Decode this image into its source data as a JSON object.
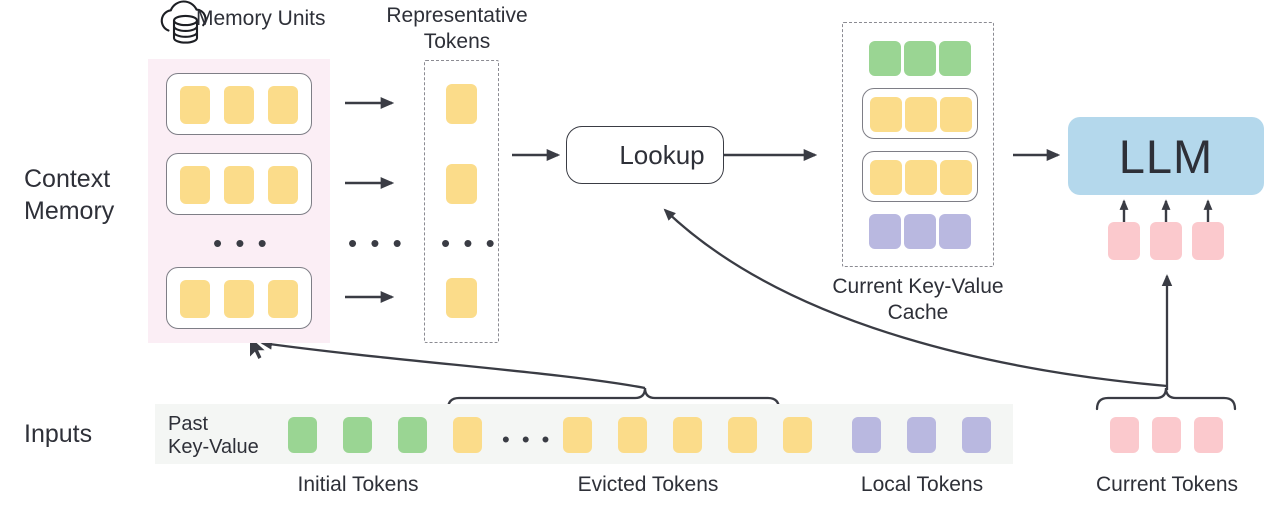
{
  "title": "Context Memory retrieval pipeline",
  "colors": {
    "token_yellow": "#fbdc8a",
    "token_green": "#9ad593",
    "token_purple": "#b9b8e0",
    "token_pink": "#fbc9cd",
    "context_memory_bg": "#fbeef5",
    "input_strip_bg": "#f4f6f4",
    "llm_bg": "#b4d8ec",
    "stroke": "#3a3c44"
  },
  "labels": {
    "memory_units": "Memory Units",
    "representative_tokens_line1": "Representative",
    "representative_tokens_line2": "Tokens",
    "context_memory_line1": "Context",
    "context_memory_line2": "Memory",
    "lookup": "Lookup",
    "current_kv_cache_line1": "Current Key-Value",
    "current_kv_cache_line2": "Cache",
    "llm": "LLM",
    "inputs": "Inputs",
    "past_kv_line1": "Past",
    "past_kv_line2": "Key-Value",
    "initial_tokens": "Initial Tokens",
    "evicted_tokens": "Evicted Tokens",
    "local_tokens": "Local Tokens",
    "current_tokens": "Current Tokens",
    "ellipsis": "• • •"
  },
  "icons": {
    "cloud_database": "cloud-database-icon",
    "search": "search-icon",
    "cursor": "cursor-pointer-icon"
  },
  "context_memory": {
    "units": [
      {
        "id": "unit-1",
        "tokens": [
          "yellow",
          "yellow",
          "yellow"
        ]
      },
      {
        "id": "unit-2",
        "tokens": [
          "yellow",
          "yellow",
          "yellow"
        ]
      },
      {
        "id": "unit-n",
        "tokens": [
          "yellow",
          "yellow",
          "yellow"
        ]
      }
    ],
    "ellipsis_between": true
  },
  "representative_tokens": {
    "tokens": [
      "yellow",
      "yellow",
      "yellow"
    ],
    "ellipsis_between": true
  },
  "kv_cache": {
    "rows": [
      {
        "id": "initial-row",
        "boxed": false,
        "tokens": [
          "green",
          "green",
          "green"
        ]
      },
      {
        "id": "retrieved-row-1",
        "boxed": true,
        "tokens": [
          "yellow",
          "yellow",
          "yellow"
        ]
      },
      {
        "id": "retrieved-row-2",
        "boxed": true,
        "tokens": [
          "yellow",
          "yellow",
          "yellow"
        ]
      },
      {
        "id": "local-row",
        "boxed": false,
        "tokens": [
          "purple",
          "purple",
          "purple"
        ]
      }
    ]
  },
  "llm_inputs": {
    "tokens": [
      "pink",
      "pink",
      "pink"
    ],
    "arrow_count": 3
  },
  "input_sequence": {
    "groups": [
      {
        "name": "Initial Tokens",
        "color": "green",
        "count": 3
      },
      {
        "name": "Evicted Tokens",
        "color": "yellow",
        "count": 6,
        "ellipsis_after_index": 1
      },
      {
        "name": "Local Tokens",
        "color": "purple",
        "count": 3
      }
    ]
  },
  "current_tokens": {
    "color": "pink",
    "count": 3
  },
  "arrows": {
    "unit_to_rep": 3,
    "rep_to_lookup": 1,
    "lookup_to_cache": 1,
    "cache_to_llm": 1,
    "evicted_to_context_memory": "curved",
    "current_to_lookup": "curved"
  }
}
